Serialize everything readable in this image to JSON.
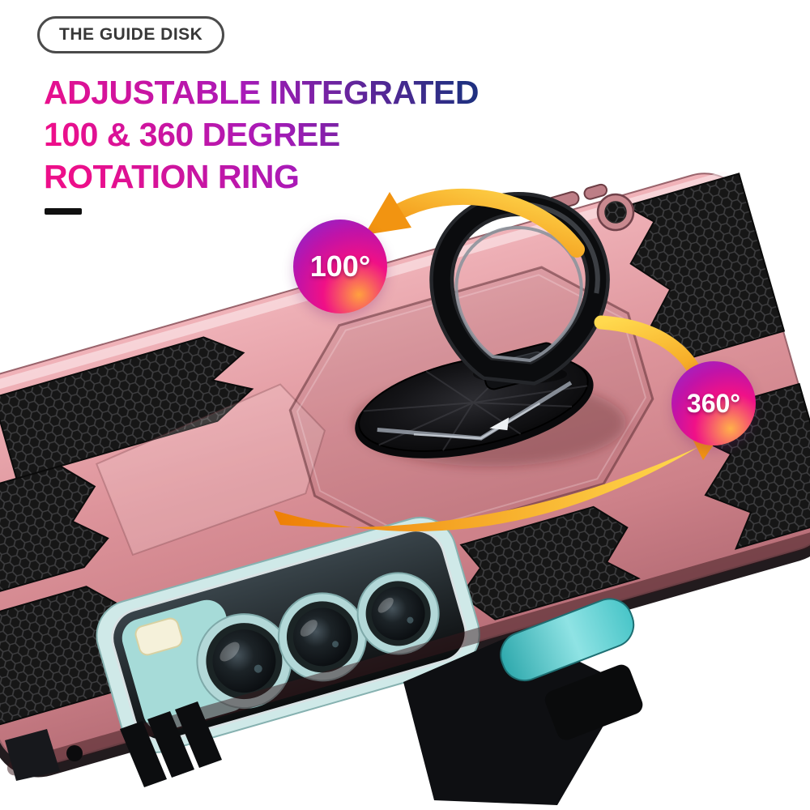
{
  "callout_pill": {
    "label": "THE GUIDE DISK"
  },
  "headline": {
    "line1": "ADJUSTABLE INTEGRATED",
    "line2": "100 & 360 DEGREE",
    "line3": "ROTATION RING",
    "gradient": [
      "#ed0f8a",
      "#a81ab8",
      "#203080"
    ]
  },
  "accent_bar_color": "#101010",
  "badges": {
    "rotation_100": {
      "label": "100°",
      "gradient": [
        "#7b2bd8",
        "#f01086",
        "#ffa13f"
      ]
    },
    "rotation_360": {
      "label": "360°",
      "gradient": [
        "#8d2ed2",
        "#f01187",
        "#ffb14a"
      ]
    }
  },
  "product": {
    "case_color": "#dc949b",
    "armor_texture_color": "#161616",
    "ring_color": "#0b0c0e",
    "phone_accent_color": "#8fd6d4",
    "arrow_colors": [
      "#ee7f06",
      "#ffd94e"
    ]
  }
}
